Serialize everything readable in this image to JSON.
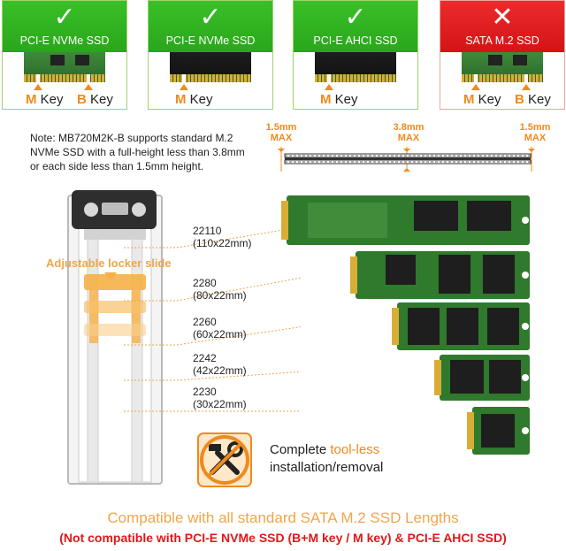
{
  "cards": [
    {
      "status": "good",
      "mark": "✓",
      "label": "PCI-E NVMe SSD",
      "keys": [
        "M",
        "B"
      ]
    },
    {
      "status": "good",
      "mark": "✓",
      "label": "PCI-E NVMe SSD",
      "keys": [
        "M"
      ]
    },
    {
      "status": "good",
      "mark": "✓",
      "label": "PCI-E AHCI SSD",
      "keys": [
        "M"
      ]
    },
    {
      "status": "bad",
      "mark": "✕",
      "label": "SATA M.2 SSD",
      "keys": [
        "M",
        "B"
      ]
    }
  ],
  "key_word": "Key",
  "note": "Note: MB720M2K-B supports standard M.2 NVMe SSD with a full-height less than 3.8mm or each side less than 1.5mm height.",
  "thickness": {
    "left": {
      "value": "1.5mm",
      "tag": "MAX"
    },
    "middle": {
      "value": "3.8mm",
      "tag": "MAX"
    },
    "right": {
      "value": "1.5mm",
      "tag": "MAX"
    }
  },
  "tray_caption": "Adjustable locker slide",
  "sizes": [
    {
      "code": "22110",
      "dims": "(110x22mm)"
    },
    {
      "code": "2280",
      "dims": "(80x22mm)"
    },
    {
      "code": "2260",
      "dims": "(60x22mm)"
    },
    {
      "code": "2242",
      "dims": "(42x22mm)"
    },
    {
      "code": "2230",
      "dims": "(30x22mm)"
    }
  ],
  "toolless": {
    "prefix": "Complete ",
    "highlight": "tool-less",
    "line2": "installation/removal"
  },
  "footer": {
    "line1": "Compatible with all standard SATA M.2 SSD Lengths",
    "line2": "(Not compatible with PCI-E NVMe SSD (B+M key / M key) & PCI-E AHCI SSD)"
  },
  "colors": {
    "accent_orange": "#f08a1c",
    "good_green": "#2aa61c",
    "bad_red": "#d41414",
    "pcb_green": "#2f7a2c"
  }
}
